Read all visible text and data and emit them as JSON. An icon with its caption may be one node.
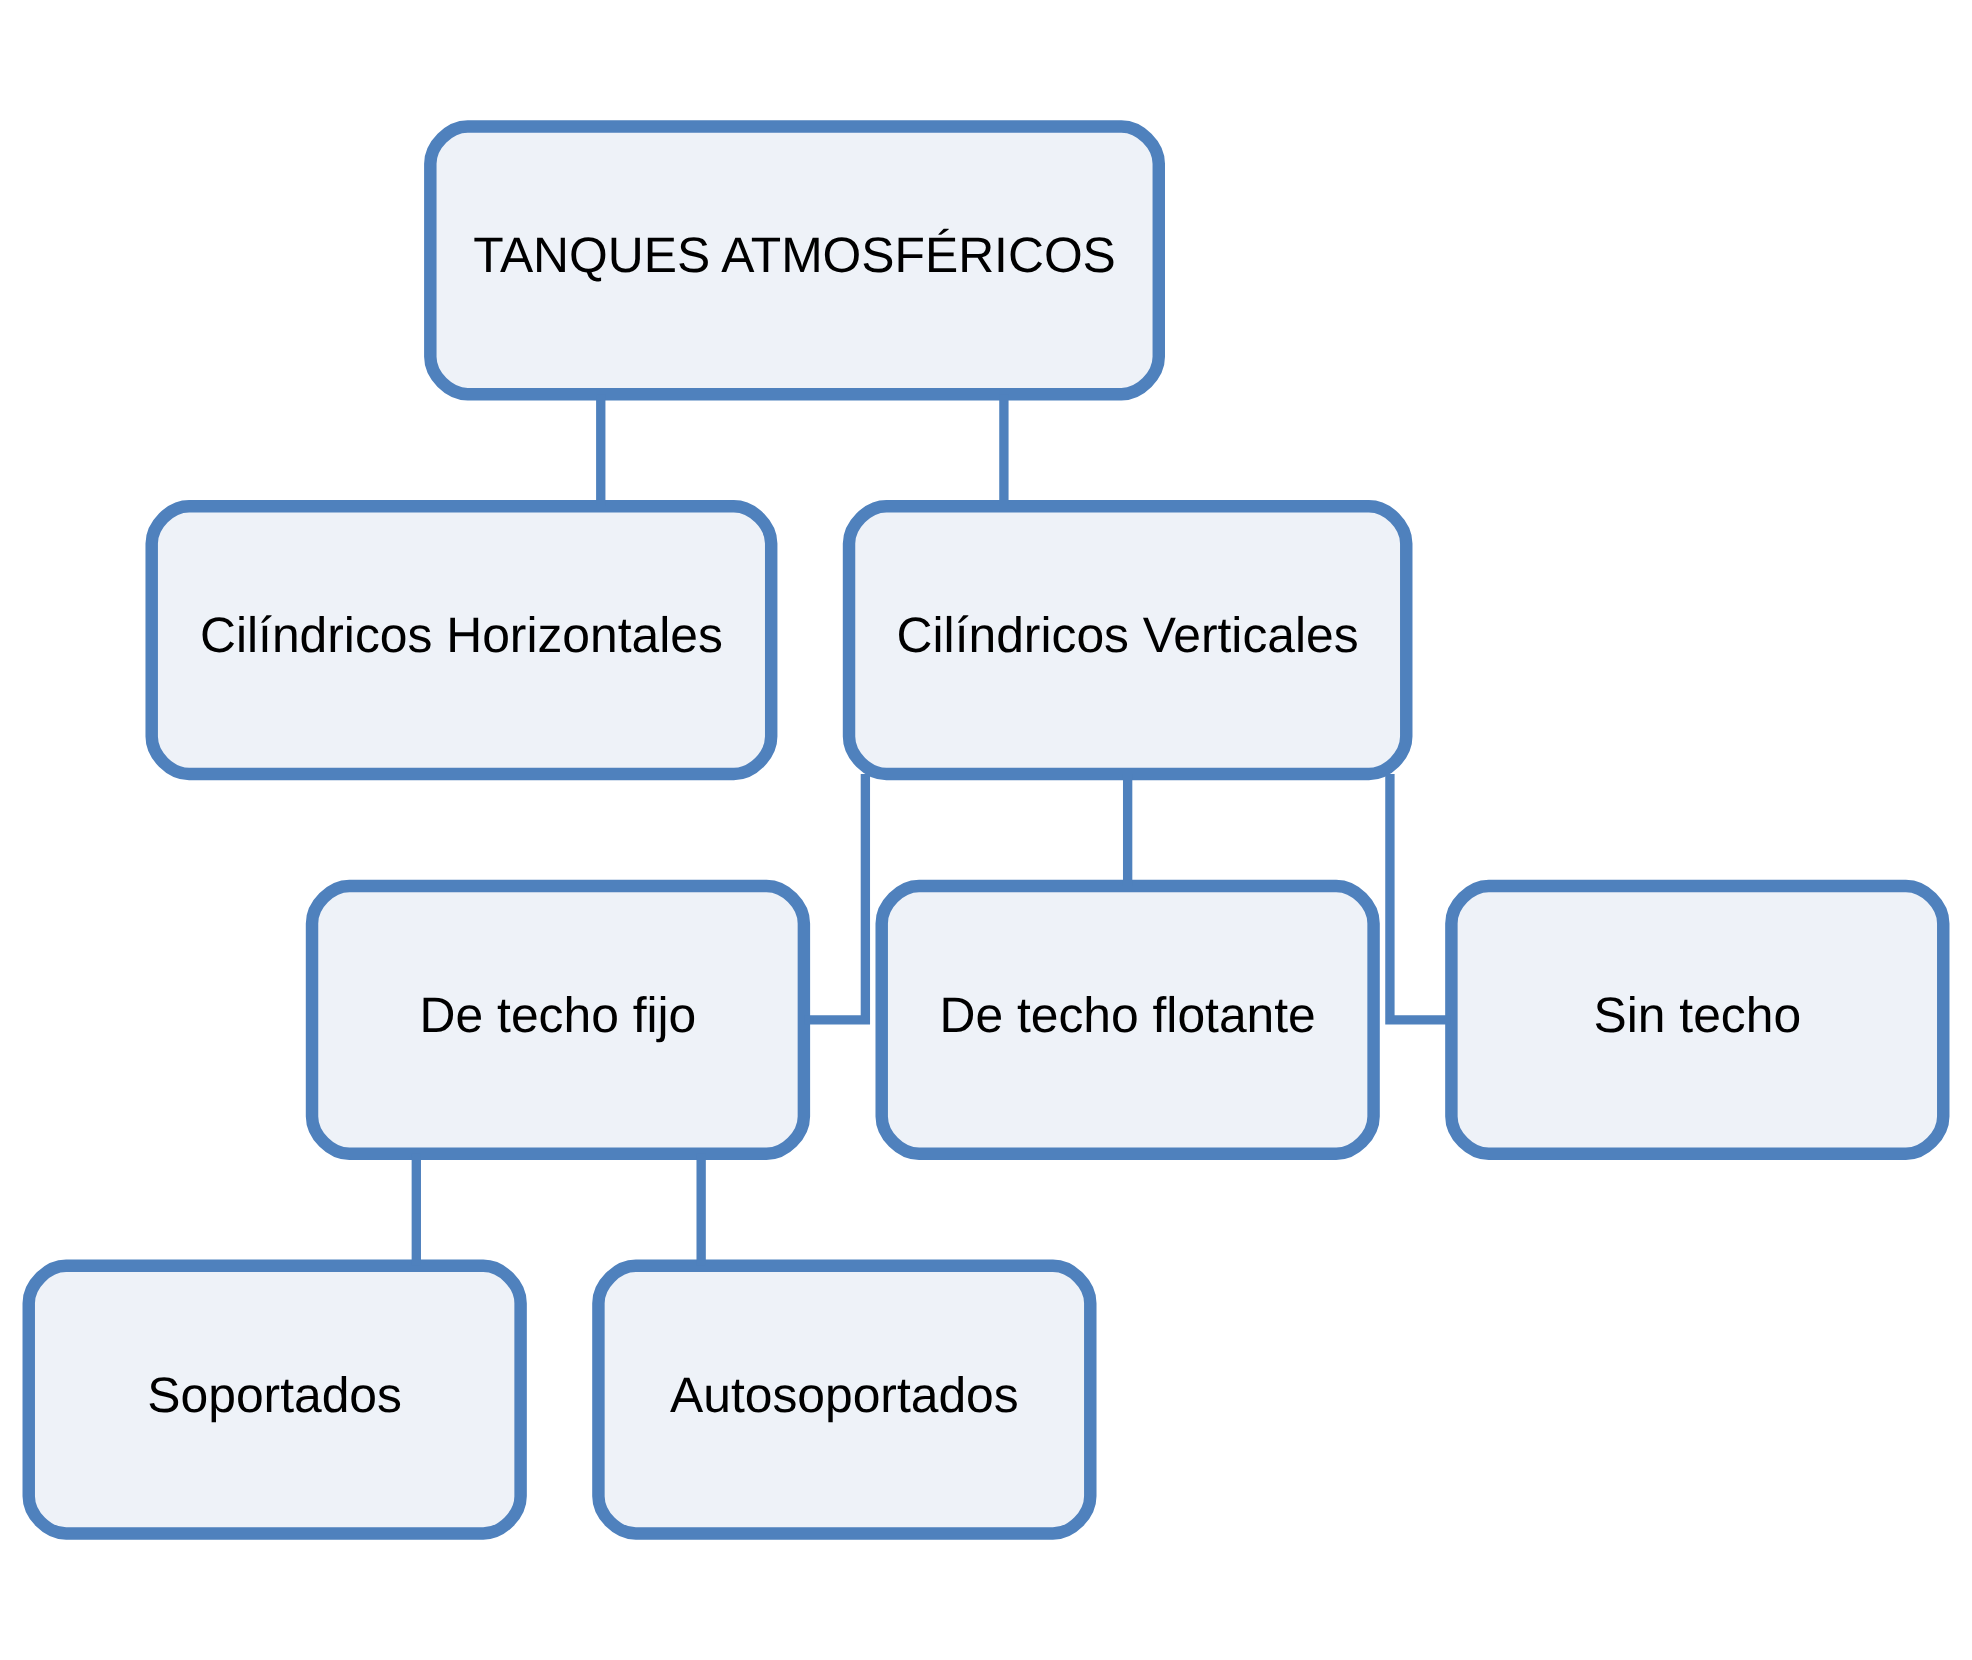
{
  "diagram": {
    "nodes": [
      {
        "text": [
          "TANQUES ATMOSFÉRICOS"
        ]
      },
      {
        "text": [
          "Cilíndricos Horizontales"
        ]
      },
      {
        "text": [
          "Cilíndricos Verticales"
        ]
      },
      {
        "text": [
          "De techo fijo"
        ]
      },
      {
        "text": [
          "De techo flotante"
        ]
      },
      {
        "text": [
          "Sin techo"
        ]
      },
      {
        "text": [
          "Soportados"
        ]
      },
      {
        "text": [
          "Autosoportados"
        ]
      }
    ],
    "edges": [
      {
        "from": 0,
        "to": 1,
        "arrow": "none"
      },
      {
        "from": 0,
        "to": 2,
        "arrow": "none"
      },
      {
        "from": 2,
        "to": 3,
        "arrow": "none"
      },
      {
        "from": 2,
        "to": 4,
        "arrow": "none"
      },
      {
        "from": 2,
        "to": 5,
        "arrow": "none"
      },
      {
        "from": 3,
        "to": 6,
        "arrow": "none"
      },
      {
        "from": 3,
        "to": 7,
        "arrow": "none"
      }
    ]
  }
}
